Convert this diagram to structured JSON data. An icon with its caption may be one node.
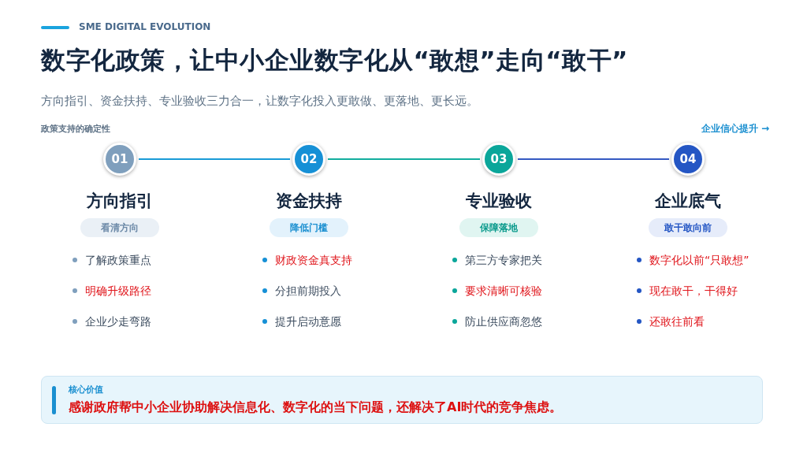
{
  "diagram": {
    "title": "数字化政策，让中小企业数字化从“敢想”走向“敢干”",
    "nodes": [
      {
        "text": [
          "01"
        ]
      },
      {
        "text": [
          "02"
        ]
      },
      {
        "text": [
          "03"
        ]
      },
      {
        "text": [
          "04"
        ]
      },
      {
        "text": [
          "看清方向"
        ]
      },
      {
        "text": [
          "降低门槛"
        ]
      },
      {
        "text": [
          "保障落地"
        ]
      },
      {
        "text": [
          "敢干敢向前"
        ]
      },
      {
        "text": [
          "核心价值",
          "感谢政府帮中小企业协助解决信息化、数字化的当下问题，还解决了AI时代的竞争焦虑。"
        ]
      }
    ],
    "edges": [
      {
        "from": 0,
        "to": 1,
        "arrow": "none",
        "color": "#1a9bd7"
      },
      {
        "from": 1,
        "to": 2,
        "arrow": "none",
        "color": "#12ad9e"
      },
      {
        "from": 2,
        "to": 3,
        "arrow": "none",
        "color": "#3559c2"
      }
    ],
    "labels": [
      "SME DIGITAL EVOLUTION",
      "方向指引、资金扶持、专业验收三力合一，让数字化投入更敢做、更落地、更长远。",
      "政策支持的确定性",
      "企业信心提升 →",
      "方向指引",
      "资金扶持",
      "专业验收",
      "企业底气",
      "了解政策重点",
      "明确升级路径",
      "企业少走弯路",
      "财政资金真支持",
      "分担前期投入",
      "提升启动意愿",
      "第三方专家把关",
      "要求清晰可核验",
      "防止供应商忽悠",
      "数字化以前“只敢想”",
      "现在敢干，干得好",
      "还敢往前看"
    ]
  }
}
